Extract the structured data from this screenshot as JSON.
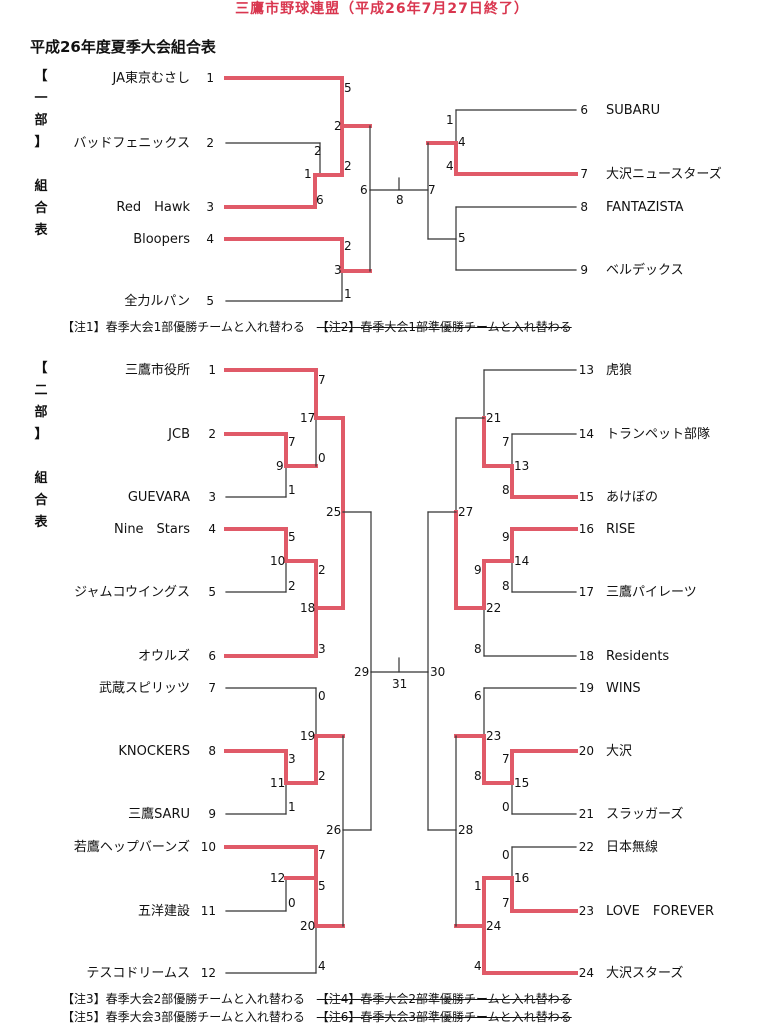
{
  "header": {
    "title": "三鷹市野球連盟（平成26年7月27日終了）",
    "subtitle": "平成26年度夏季大会組合表"
  },
  "division1": {
    "label_chars": [
      "【",
      "一",
      "部",
      "】",
      "",
      "組",
      "合",
      "表"
    ],
    "left_teams": [
      {
        "num": "1",
        "name": "JA東京むさし"
      },
      {
        "num": "2",
        "name": "バッドフェニックス"
      },
      {
        "num": "3",
        "name": "Red　Hawk"
      },
      {
        "num": "4",
        "name": "Bloopers"
      },
      {
        "num": "5",
        "name": "全力ルパン"
      }
    ],
    "right_teams": [
      {
        "num": "6",
        "name": "SUBARU"
      },
      {
        "num": "7",
        "name": "大沢ニュースターズ"
      },
      {
        "num": "8",
        "name": "FANTAZISTA"
      },
      {
        "num": "9",
        "name": "ベルデックス"
      }
    ],
    "notes": [
      {
        "text": "【注1】春季大会1部優勝チームと入れ替わる"
      },
      {
        "text": "【注2】春季大会1部準優勝チームと入れ替わる"
      }
    ]
  },
  "division2": {
    "label_chars": [
      "【",
      "二",
      "部",
      "】",
      "",
      "組",
      "合",
      "表"
    ],
    "left_teams": [
      {
        "num": "1",
        "name": "三鷹市役所"
      },
      {
        "num": "2",
        "name": "JCB"
      },
      {
        "num": "3",
        "name": "GUEVARA"
      },
      {
        "num": "4",
        "name": "Nine　Stars"
      },
      {
        "num": "5",
        "name": "ジャムコウイングス"
      },
      {
        "num": "6",
        "name": "オウルズ"
      },
      {
        "num": "7",
        "name": "武蔵スピリッツ"
      },
      {
        "num": "8",
        "name": "KNOCKERS"
      },
      {
        "num": "9",
        "name": "三鷹SARU"
      },
      {
        "num": "10",
        "name": "若鷹ヘップバーンズ"
      },
      {
        "num": "11",
        "name": "五洋建設"
      },
      {
        "num": "12",
        "name": "テスコドリームス"
      }
    ],
    "right_teams": [
      {
        "num": "13",
        "name": "虎狼"
      },
      {
        "num": "14",
        "name": "トランペット部隊"
      },
      {
        "num": "15",
        "name": "あけぼの"
      },
      {
        "num": "16",
        "name": "RISE"
      },
      {
        "num": "17",
        "name": "三鷹パイレーツ"
      },
      {
        "num": "18",
        "name": "Residents"
      },
      {
        "num": "19",
        "name": "WINS"
      },
      {
        "num": "20",
        "name": "大沢"
      },
      {
        "num": "21",
        "name": "スラッガーズ"
      },
      {
        "num": "22",
        "name": "日本無線"
      },
      {
        "num": "23",
        "name": "LOVE　FOREVER"
      },
      {
        "num": "24",
        "name": "大沢スターズ"
      }
    ],
    "notes_row1": [
      {
        "text": "【注3】春季大会2部優勝チームと入れ替わる"
      },
      {
        "text": "【注4】春季大会2部準優勝チームと入れ替わる"
      }
    ],
    "notes_row2": [
      {
        "text": "【注5】春季大会3部優勝チームと入れ替わる"
      },
      {
        "text": "【注6】春季大会3部準優勝チームと入れ替わる"
      }
    ]
  },
  "colors": {
    "winner_line": "#e05a68",
    "bracket_line": "#333333",
    "title": "#d9364f"
  },
  "match_numbers_d1": {
    "m1": "1",
    "m2": "2",
    "m3": "3",
    "m4": "4",
    "m5": "5",
    "m6": "6",
    "m7": "7",
    "m8": "8"
  },
  "scores_d1": {
    "t1": "5",
    "t2": "2",
    "t3": "6",
    "m1": "2",
    "m1b": "2",
    "t4": "2",
    "t5": "1",
    "m3": "3",
    "t6": "1",
    "t7": "4",
    "m4": "4",
    "m5": "5"
  },
  "match_numbers_d2": {
    "a": "9",
    "b": "17",
    "c": "10",
    "d": "18",
    "e": "25",
    "f": "11",
    "g": "19",
    "h": "12",
    "i": "20",
    "j": "26",
    "k": "29",
    "l": "13",
    "m": "21",
    "n": "14",
    "o": "22",
    "p": "27",
    "q": "15",
    "r": "23",
    "s": "16",
    "t": "24",
    "u": "28",
    "v": "30",
    "w": "31"
  },
  "scores_d2": {
    "s1": "7",
    "s17b": "0",
    "s2": "7",
    "s9": "9",
    "s3": "1",
    "s4": "5",
    "s10": "10",
    "s5": "2",
    "s18t": "2",
    "s18b": "3",
    "s7": "0",
    "s8": "3",
    "s11": "11",
    "s19b": "2",
    "s9t": "1",
    "s10t": "7",
    "s12": "12",
    "s11t": "0",
    "s20t": "5",
    "s12b": "4",
    "s21": "21",
    "s14a": "7",
    "s13": "13",
    "s15a": "8",
    "s16a": "9",
    "s14b": "14",
    "s17a": "8",
    "s22a": "9",
    "s18a": "8",
    "s19a": "6",
    "s23": "23",
    "s20a": "7",
    "s15b": "15",
    "s21a": "0",
    "s23b": "8",
    "s22b": "0",
    "s16b": "16",
    "s23c": "7",
    "s24a": "1",
    "s24b": "4"
  }
}
